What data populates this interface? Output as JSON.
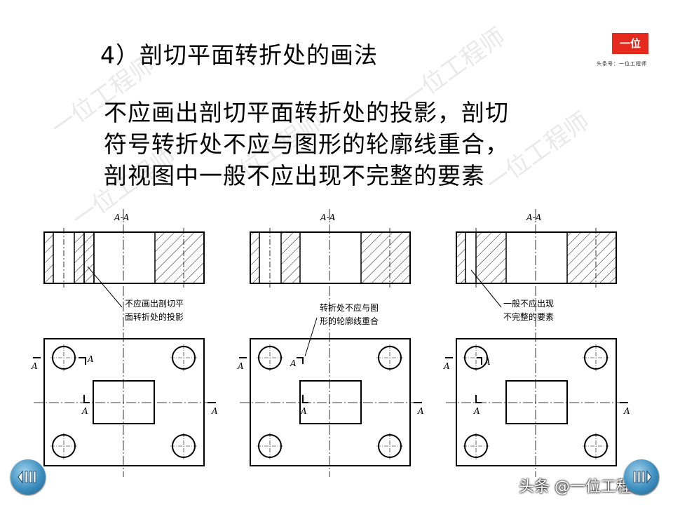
{
  "slide": {
    "title": "4）剖切平面转折处的画法",
    "body_lines": [
      "不应画出剖切平面转折处的投影，剖切",
      "符号转折处不应与图形的轮廓线重合，",
      "剖视图中一般不应出现不完整的要素"
    ]
  },
  "logo": {
    "text": "一位",
    "subtitle": "头条号：一位工程师",
    "color": "#e52a1d"
  },
  "watermark": {
    "diagonal_text": "一位工程师",
    "footer_text": "头条 @一位工程师"
  },
  "drawings": {
    "section_label": "A-A",
    "cut_letter": "A",
    "annotations": [
      {
        "lines": [
          "不应画出剖切平",
          "面转折处的投影"
        ]
      },
      {
        "lines": [
          "转折处不应与图",
          "形的轮廓线重合"
        ]
      },
      {
        "lines": [
          "一般不应出现",
          "不完整的要素"
        ]
      }
    ]
  },
  "navigation": {
    "prev_icon": "prev-slide-icon",
    "next_icon": "next-slide-icon",
    "button_color": "#3d8fc0"
  }
}
